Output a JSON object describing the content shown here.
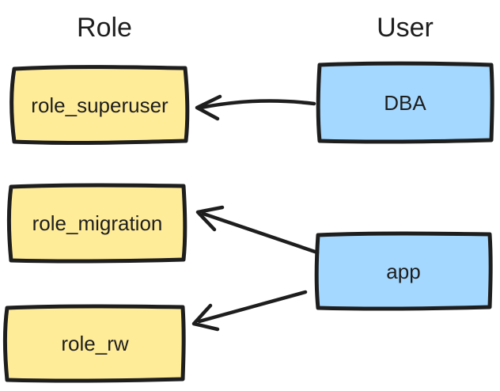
{
  "headings": {
    "role": "Role",
    "user": "User"
  },
  "nodes": {
    "role_superuser": {
      "label": "role_superuser",
      "type": "role"
    },
    "role_migration": {
      "label": "role_migration",
      "type": "role"
    },
    "role_rw": {
      "label": "role_rw",
      "type": "role"
    },
    "dba": {
      "label": "DBA",
      "type": "user"
    },
    "app": {
      "label": "app",
      "type": "user"
    }
  },
  "edges": [
    {
      "from": "DBA",
      "to": "role_superuser"
    },
    {
      "from": "app",
      "to": "role_migration"
    },
    {
      "from": "app",
      "to": "role_rw"
    }
  ],
  "colors": {
    "role_fill": "#ffec99",
    "user_fill": "#a5d8ff",
    "stroke": "#1e1e1e",
    "background": "#ffffff"
  }
}
